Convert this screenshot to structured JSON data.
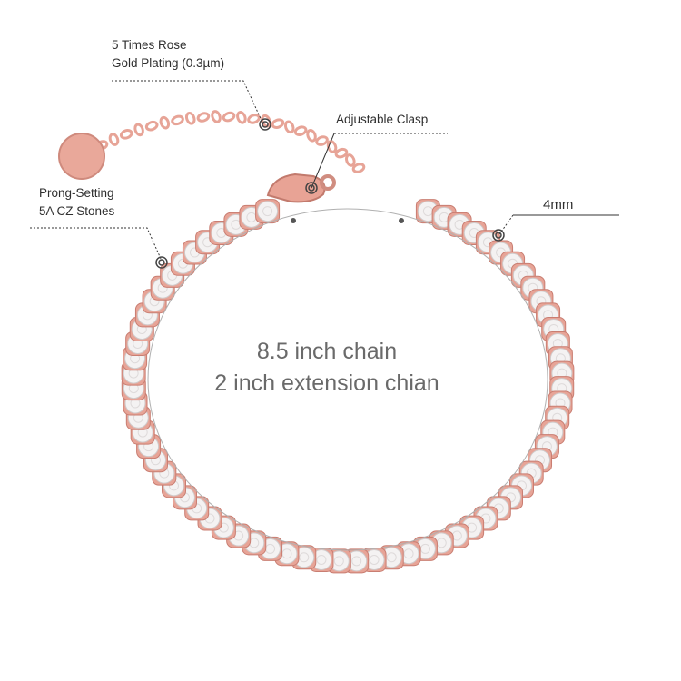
{
  "product": {
    "stone_color": "#f4f2f2",
    "metal_color": "#e7a497",
    "metal_dark": "#c97e72",
    "stone_count": 68
  },
  "callouts": {
    "plating": {
      "line1": "5 Times Rose",
      "line2": "Gold Plating (0.3µm)"
    },
    "clasp": {
      "text": "Adjustable Clasp"
    },
    "prong": {
      "line1": "Prong-Setting",
      "line2": "5A CZ Stones"
    },
    "width": {
      "text": "4mm"
    }
  },
  "length": {
    "line1": "8.5 inch chain",
    "line2": "2 inch extension chian"
  }
}
